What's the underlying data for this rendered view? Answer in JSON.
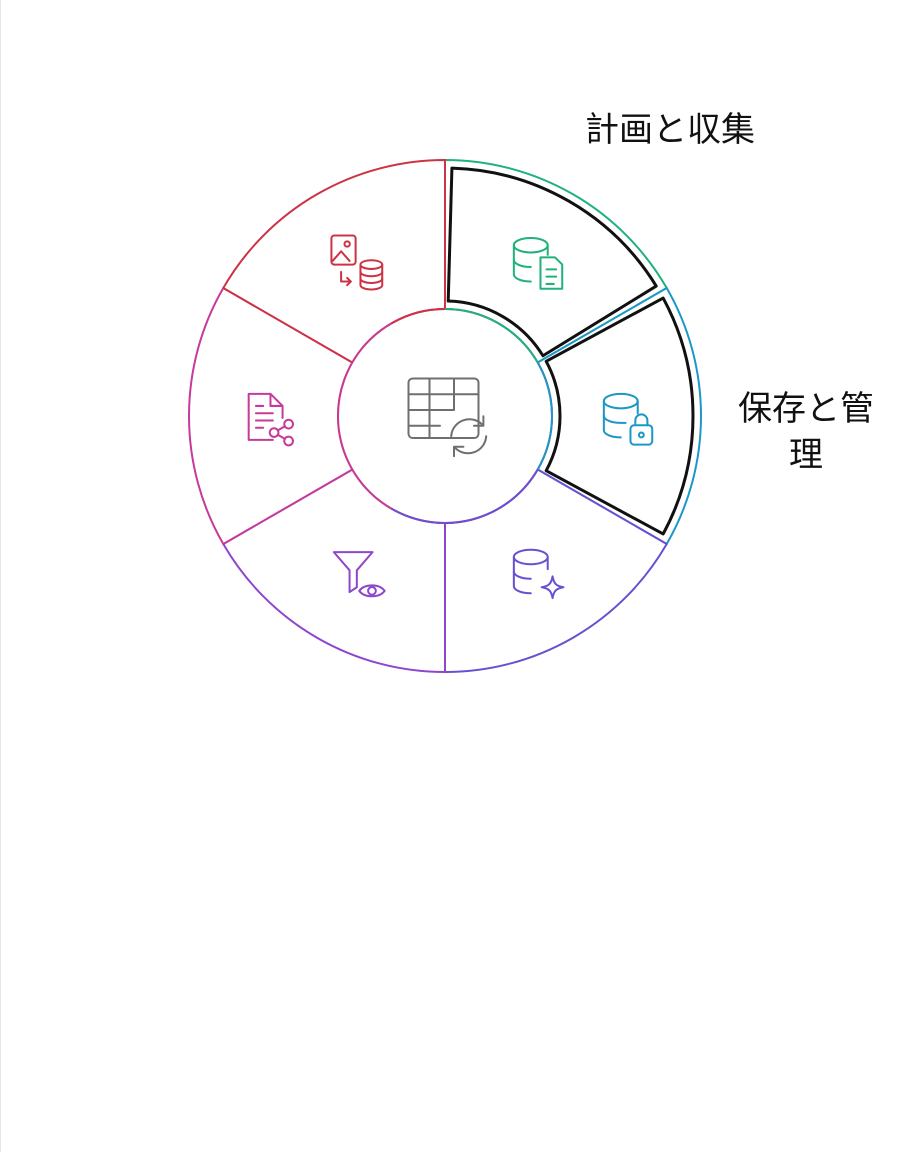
{
  "diagram": {
    "type": "cycle",
    "center": {
      "icon": "table-refresh-icon",
      "color": "#6f6f6f"
    },
    "segments": [
      {
        "id": "planning",
        "label": "計画と収集",
        "icon": "database-document-icon",
        "color": "#1fb27a",
        "highlighted": true
      },
      {
        "id": "storage",
        "label": "保存と管理",
        "icon": "database-lock-icon",
        "color": "#1d97c6",
        "highlighted": true
      },
      {
        "id": "enrich",
        "label": "",
        "icon": "database-sparkle-icon",
        "color": "#6a4fd1",
        "highlighted": false
      },
      {
        "id": "filter",
        "label": "",
        "icon": "filter-eye-icon",
        "color": "#8e46cc",
        "highlighted": false
      },
      {
        "id": "share",
        "label": "",
        "icon": "document-share-icon",
        "color": "#c53a9a",
        "highlighted": false
      },
      {
        "id": "import",
        "label": "",
        "icon": "image-to-database-icon",
        "color": "#cc3344",
        "highlighted": false
      }
    ],
    "highlight_outline_color": "#111111"
  }
}
